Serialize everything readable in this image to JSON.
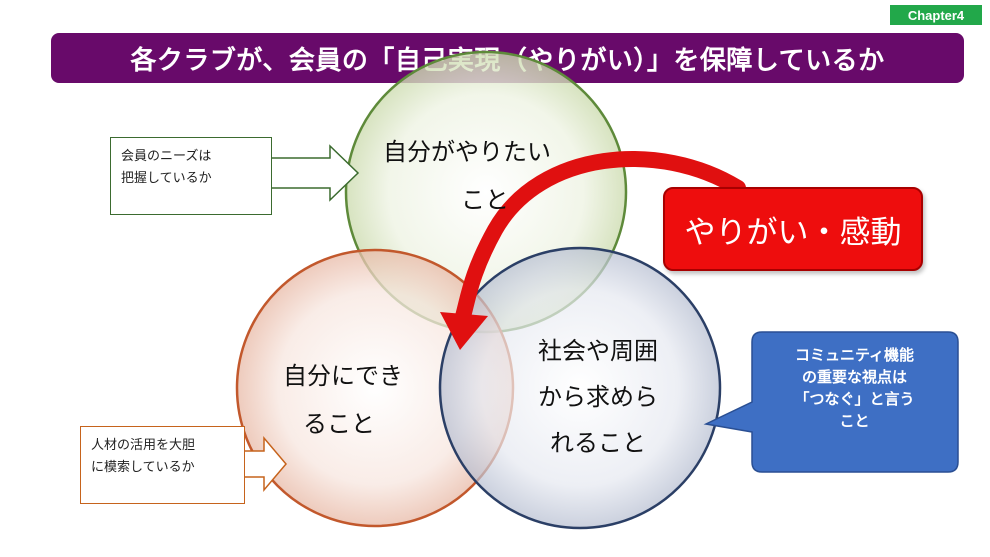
{
  "chapter": "Chapter4",
  "title": "各クラブが、会員の「自己実現（やりがい）」を保障しているか",
  "circles": {
    "top": [
      "自分がやりたい",
      "こと"
    ],
    "left": [
      "自分にでき",
      "ること"
    ],
    "right": [
      "社会や周囲",
      "から求めら",
      "れること"
    ]
  },
  "notes": {
    "members_needs": [
      "会員のニーズは",
      "把握しているか"
    ],
    "talent": [
      "人材の活用を大胆",
      "に模索しているか"
    ]
  },
  "highlight": "やりがい・感動",
  "callout": [
    "コミュニティ機能",
    "の重要な視点は",
    "「つなぐ」と言う",
    "こと"
  ],
  "colors": {
    "title_bg": "#680a6a",
    "chapter_badge": "#22a84a",
    "circle_top": "#dfe9cc",
    "circle_left": "#f0cdbf",
    "circle_right": "#c9cfdc",
    "highlight_red": "#ee0d0d",
    "callout_blue": "#3e6fc4"
  }
}
